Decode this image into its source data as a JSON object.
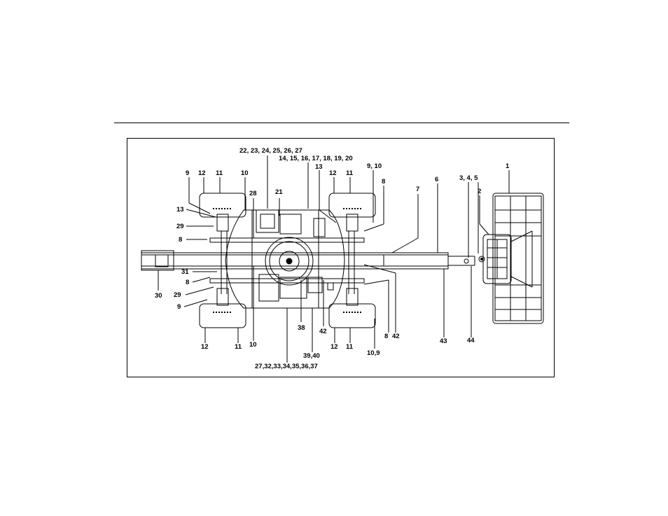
{
  "callouts": [
    {
      "id": "c-22-27",
      "text": "22, 23, 24, 25, 26, 27"
    },
    {
      "id": "c-14-20",
      "text": "14, 15, 16, 17, 18, 19, 20"
    },
    {
      "id": "c-13a",
      "text": "13"
    },
    {
      "id": "c-9-10a",
      "text": "9, 10"
    },
    {
      "id": "c-1",
      "text": "1"
    },
    {
      "id": "c-9a",
      "text": "9"
    },
    {
      "id": "c-12a",
      "text": "12"
    },
    {
      "id": "c-11a",
      "text": "11"
    },
    {
      "id": "c-10a",
      "text": "10"
    },
    {
      "id": "c-12b",
      "text": "12"
    },
    {
      "id": "c-11b",
      "text": "11"
    },
    {
      "id": "c-8a",
      "text": "8"
    },
    {
      "id": "c-6",
      "text": "6"
    },
    {
      "id": "c-3-5",
      "text": "3, 4, 5"
    },
    {
      "id": "c-28",
      "text": "28"
    },
    {
      "id": "c-21",
      "text": "21"
    },
    {
      "id": "c-7",
      "text": "7"
    },
    {
      "id": "c-2",
      "text": "2"
    },
    {
      "id": "c-13b",
      "text": "13"
    },
    {
      "id": "c-29a",
      "text": "29"
    },
    {
      "id": "c-8b",
      "text": "8"
    },
    {
      "id": "c-31",
      "text": "31"
    },
    {
      "id": "c-8c",
      "text": "8"
    },
    {
      "id": "c-30",
      "text": "30"
    },
    {
      "id": "c-29b",
      "text": "29"
    },
    {
      "id": "c-9b",
      "text": "9"
    },
    {
      "id": "c-38",
      "text": "38"
    },
    {
      "id": "c-42a",
      "text": "42"
    },
    {
      "id": "c-8d",
      "text": "8"
    },
    {
      "id": "c-42b",
      "text": "42"
    },
    {
      "id": "c-43",
      "text": "43"
    },
    {
      "id": "c-44",
      "text": "44"
    },
    {
      "id": "c-12c",
      "text": "12"
    },
    {
      "id": "c-11c",
      "text": "11"
    },
    {
      "id": "c-10b",
      "text": "10"
    },
    {
      "id": "c-12d",
      "text": "12"
    },
    {
      "id": "c-11d",
      "text": "11"
    },
    {
      "id": "c-10-9",
      "text": "10,9"
    },
    {
      "id": "c-39-40",
      "text": "39,40"
    },
    {
      "id": "c-27-37",
      "text": "27,32,33,34,35,36,37"
    }
  ]
}
